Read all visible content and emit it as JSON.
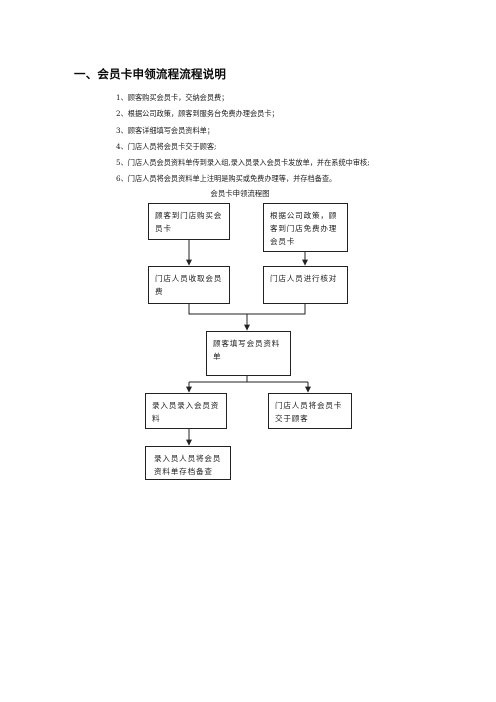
{
  "document": {
    "heading": "一、会员卡申领流程流程说明",
    "steps": [
      "1、顾客购买会员卡，交纳会员费；",
      "2、根据公司政策，顾客到服务台免费办理会员卡；",
      "3、顾客详细填写会员资料单；",
      "4、门店人员将会员卡交于顾客;",
      "5、门店人员会员资料单传到录入组,录入员录入会员卡发放单，并在系统中审核;",
      "6、门店人员将会员资料单上注明是购买或免费办理等，并存档备查。"
    ]
  },
  "flowchart": {
    "title": "会员卡申领流程图",
    "nodes": {
      "buy_card": "顾客到门店购买会员卡",
      "free_card": "根据公司政策，顾客到门店免费办理会员卡",
      "collect_fee": "门店人员收取会员费",
      "verify": "门店人员进行核对",
      "fill_form": "顾客填写会员资料单",
      "enter_data": "录入员录入会员资料",
      "hand_card": "门店人员将会员卡交于顾客",
      "archive": "录入员人员将会员资料单存档备查"
    }
  },
  "colors": {
    "line": "#222222",
    "text": "#1a1a1a"
  }
}
